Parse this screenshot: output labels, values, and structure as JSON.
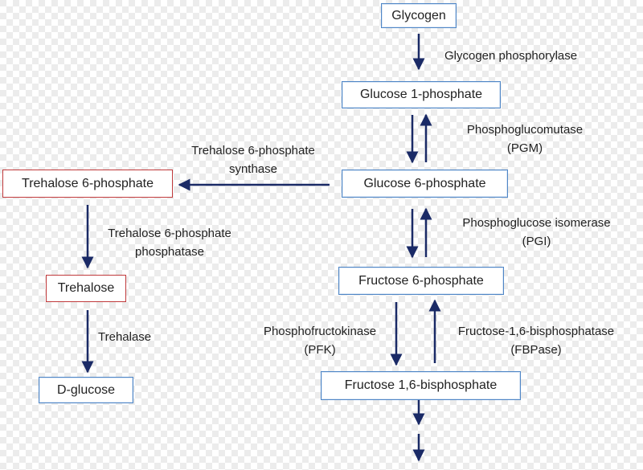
{
  "nodes": {
    "glycogen": "Glycogen",
    "glucose_1p": "Glucose 1-phosphate",
    "glucose_6p": "Glucose 6-phosphate",
    "fructose_6p": "Fructose 6-phosphate",
    "fructose_16bp": "Fructose 1,6-bisphosphate",
    "trehalose_6p": "Trehalose 6-phosphate",
    "trehalose": "Trehalose",
    "d_glucose": "D-glucose"
  },
  "enzymes": {
    "glycogen_phosphorylase": "Glycogen phosphorylase",
    "pgm_line1": "Phosphoglucomutase",
    "pgm_line2": "(PGM)",
    "pgi_line1": "Phosphoglucose isomerase",
    "pgi_line2": "(PGI)",
    "pfk_line1": "Phosphofructokinase",
    "pfk_line2": "(PFK)",
    "fbpase_line1": "Fructose-1,6-bisphosphatase",
    "fbpase_line2": "(FBPase)",
    "t6ps_line1": "Trehalose 6-phosphate",
    "t6ps_line2": "synthase",
    "t6pp_line1": "Trehalose 6-phosphate",
    "t6pp_line2": "phosphatase",
    "trehalase": "Trehalase"
  },
  "colors": {
    "arrow": "#1a2a66",
    "box_border_blue": "#4f86c6",
    "box_border_red": "#c0393b"
  }
}
